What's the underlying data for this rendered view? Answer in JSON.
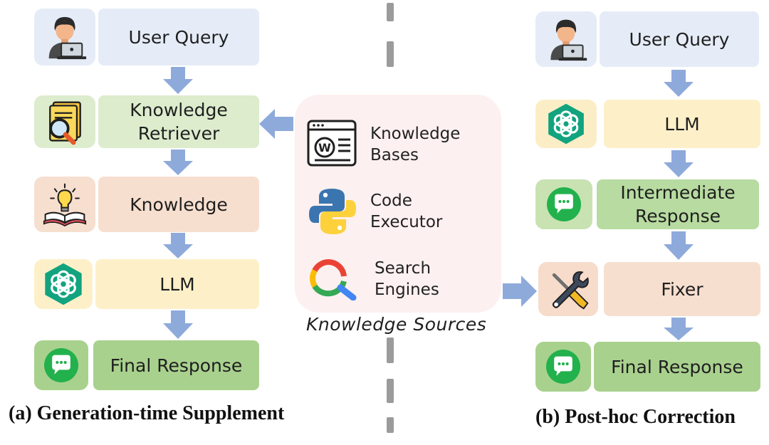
{
  "left_panel": {
    "user_query": "User Query",
    "retriever_line1": "Knowledge",
    "retriever_line2": "Retriever",
    "knowledge": "Knowledge",
    "llm": "LLM",
    "final_response": "Final Response",
    "caption": "(a) Generation-time Supplement"
  },
  "knowledge_sources": {
    "items": [
      {
        "line1": "Knowledge",
        "line2": "Bases",
        "icon": "wiki-browser-icon"
      },
      {
        "line1": "Code",
        "line2": "Executor",
        "icon": "python-icon"
      },
      {
        "line1": "Search",
        "line2": "Engines",
        "icon": "search-engine-icon"
      }
    ],
    "caption": "Knowledge Sources"
  },
  "right_panel": {
    "user_query": "User Query",
    "llm": "LLM",
    "intermediate_line1": "Intermediate",
    "intermediate_line2": "Response",
    "fixer": "Fixer",
    "final_response": "Final Response",
    "caption": "(b) Post-hoc Correction"
  },
  "colors": {
    "arrow": "#8eaadb",
    "query_box": "#e5ecf7",
    "retriever_box": "#dceccd",
    "knowledge_box": "#f7dfcf",
    "llm_box": "#fdf0c9",
    "response_box": "#a9d18e",
    "sources_panel": "#fdf0f0",
    "openai_green": "#12a37f",
    "chat_green": "#22b14c"
  }
}
